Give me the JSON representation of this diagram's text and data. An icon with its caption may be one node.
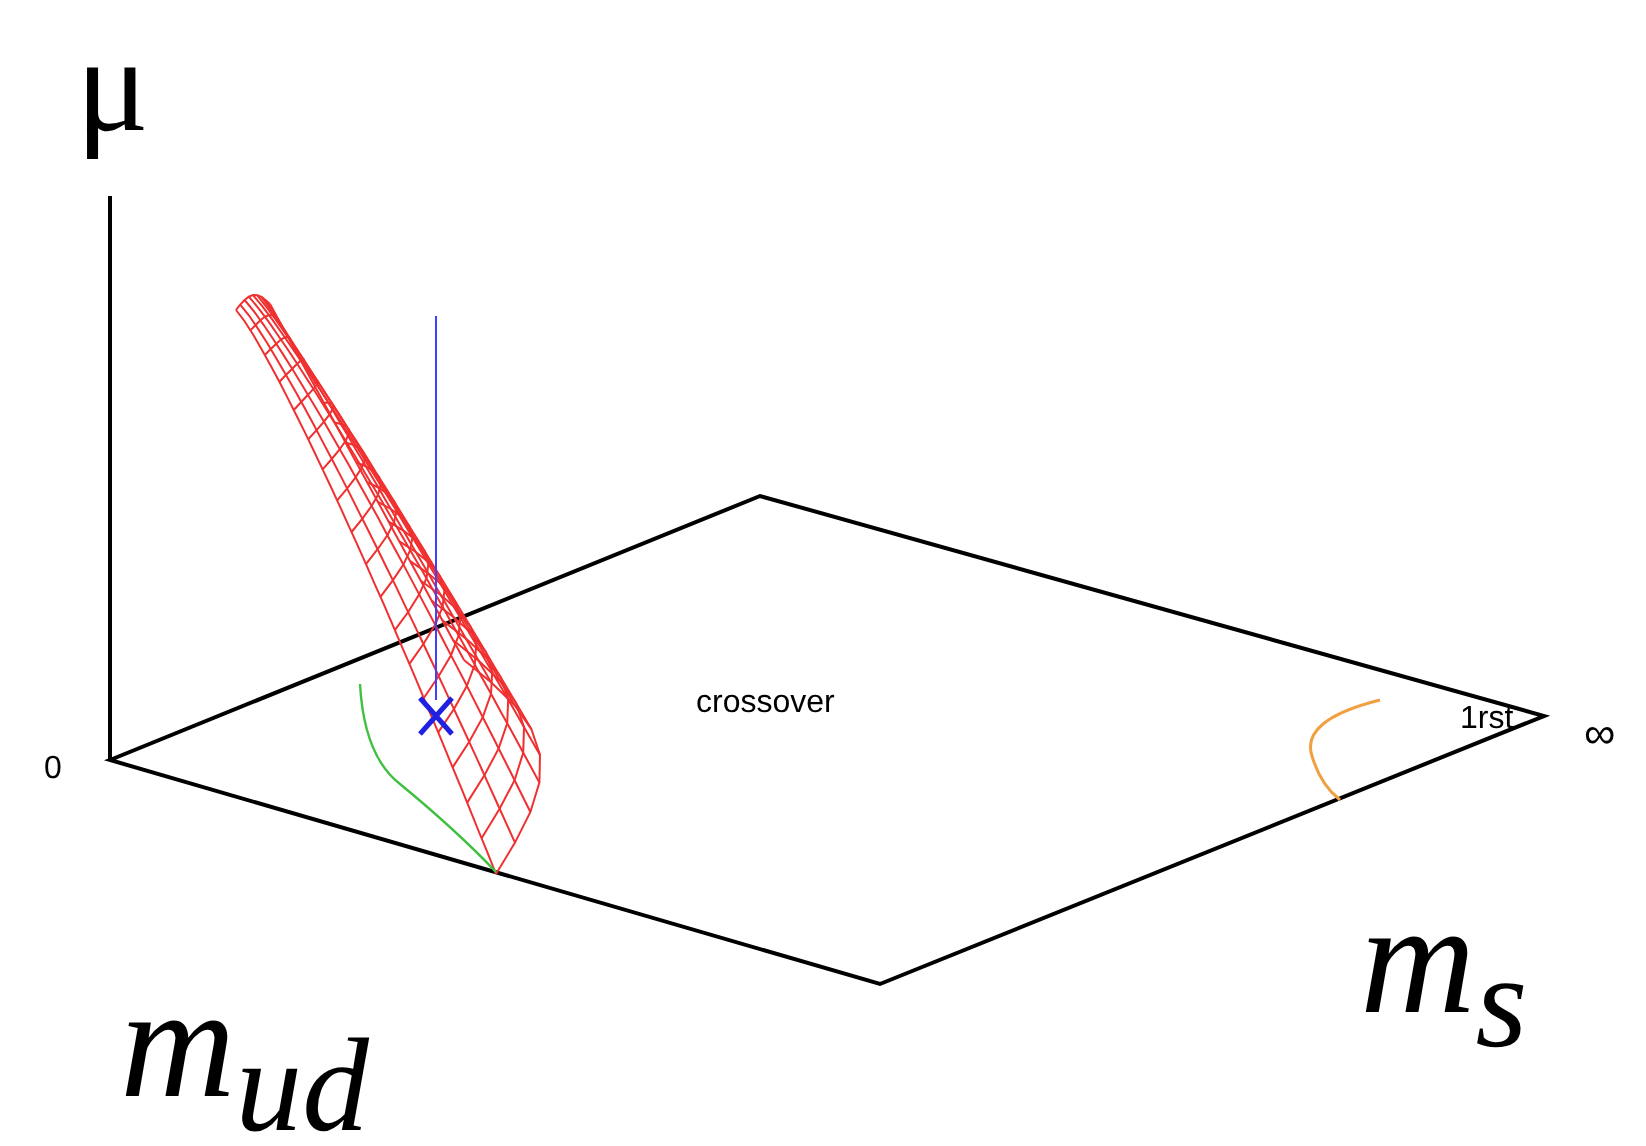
{
  "diagram": {
    "labels": [
      "μ",
      "0",
      "crossover",
      "1rst",
      "∞",
      "m$_{s}$",
      "m$_{ud}$"
    ]
  }
}
